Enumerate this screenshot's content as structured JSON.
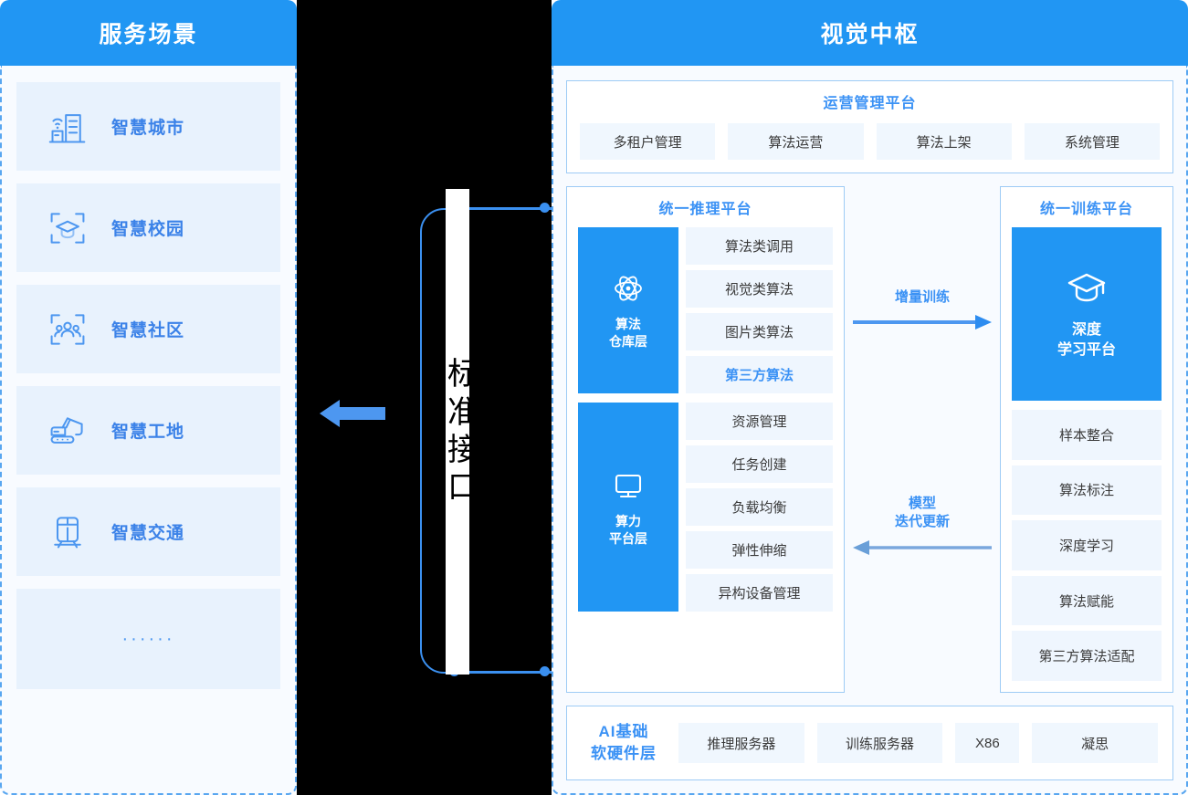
{
  "left": {
    "header_title": "服务场景",
    "scenes": [
      {
        "label": "智慧城市",
        "icon": "smart-city-icon"
      },
      {
        "label": "智慧校园",
        "icon": "smart-campus-icon"
      },
      {
        "label": "智慧社区",
        "icon": "smart-community-icon"
      },
      {
        "label": "智慧工地",
        "icon": "smart-construction-icon"
      },
      {
        "label": "智慧交通",
        "icon": "smart-transport-icon"
      }
    ],
    "more_label": "······"
  },
  "middle": {
    "interface_label": "标准接口",
    "arrow_icon": "left-arrow-icon"
  },
  "right": {
    "header_title": "视觉中枢",
    "ops": {
      "title": "运营管理平台",
      "items": [
        "多租户管理",
        "算法运营",
        "算法上架",
        "系统管理"
      ]
    },
    "inference": {
      "title": "统一推理平台",
      "groups": [
        {
          "tile_label": "算法\n仓库层",
          "tile_icon": "atom-icon",
          "items": [
            {
              "label": "算法类调用",
              "accent": false
            },
            {
              "label": "视觉类算法",
              "accent": false
            },
            {
              "label": "图片类算法",
              "accent": false
            },
            {
              "label": "第三方算法",
              "accent": true
            }
          ]
        },
        {
          "tile_label": "算力\n平台层",
          "tile_icon": "monitor-icon",
          "items": [
            {
              "label": "资源管理",
              "accent": false
            },
            {
              "label": "任务创建",
              "accent": false
            },
            {
              "label": "负载均衡",
              "accent": false
            },
            {
              "label": "弹性伸缩",
              "accent": false
            },
            {
              "label": "异构设备管理",
              "accent": false
            }
          ]
        }
      ]
    },
    "flows": {
      "forward_label": "增量训练",
      "backward_label": "模型\n迭代更新"
    },
    "training": {
      "title": "统一训练平台",
      "tile_label": "深度\n学习平台",
      "tile_icon": "graduation-cap-icon",
      "items": [
        "样本整合",
        "算法标注",
        "深度学习",
        "算法赋能",
        "第三方算法适配"
      ]
    },
    "hardware": {
      "title": "AI基础\n软硬件层",
      "items": [
        "推理服务器",
        "训练服务器",
        "X86",
        "凝思"
      ]
    }
  },
  "colors": {
    "brand_blue": "#2196f3",
    "accent_blue": "#3b92f5",
    "tile_bg": "#e8f2fd",
    "item_bg": "#eff6fe",
    "panel_bg": "#f8fbff",
    "band_black": "#000000"
  }
}
